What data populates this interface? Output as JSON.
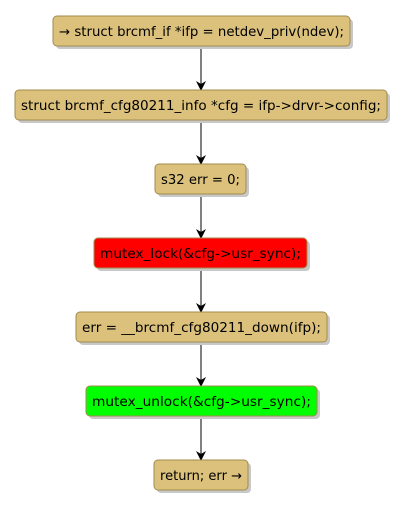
{
  "diagram": {
    "nodes": [
      {
        "id": "n1",
        "label": "→ struct brcmf_if *ifp = netdev_priv(ndev);",
        "fill": "#DBC17B"
      },
      {
        "id": "n2",
        "label": "struct brcmf_cfg80211_info *cfg = ifp->drvr->config;",
        "fill": "#DBC17B"
      },
      {
        "id": "n3",
        "label": "s32 err = 0;",
        "fill": "#DBC17B"
      },
      {
        "id": "n4",
        "label": "mutex_lock(&cfg->usr_sync);",
        "fill": "#FF0000"
      },
      {
        "id": "n5",
        "label": "err = __brcmf_cfg80211_down(ifp);",
        "fill": "#DBC17B"
      },
      {
        "id": "n6",
        "label": "mutex_unlock(&cfg->usr_sync);",
        "fill": "#00FF00"
      },
      {
        "id": "n7",
        "label": "return; err →",
        "fill": "#DBC17B"
      }
    ],
    "edges": [
      {
        "from": "n1",
        "to": "n2"
      },
      {
        "from": "n2",
        "to": "n3"
      },
      {
        "from": "n3",
        "to": "n4"
      },
      {
        "from": "n4",
        "to": "n5"
      },
      {
        "from": "n5",
        "to": "n6"
      },
      {
        "from": "n6",
        "to": "n7"
      }
    ],
    "colors": {
      "node_stroke": "#A08C4E",
      "shadow": "#C8C8C8",
      "edge": "#000000"
    }
  }
}
